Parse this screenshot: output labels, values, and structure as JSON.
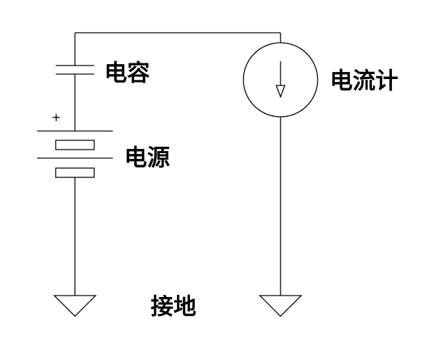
{
  "labels": {
    "capacitor": "电容",
    "power_source": "电源",
    "ammeter": "电流计",
    "ground": "接地",
    "positive_terminal": "+"
  }
}
